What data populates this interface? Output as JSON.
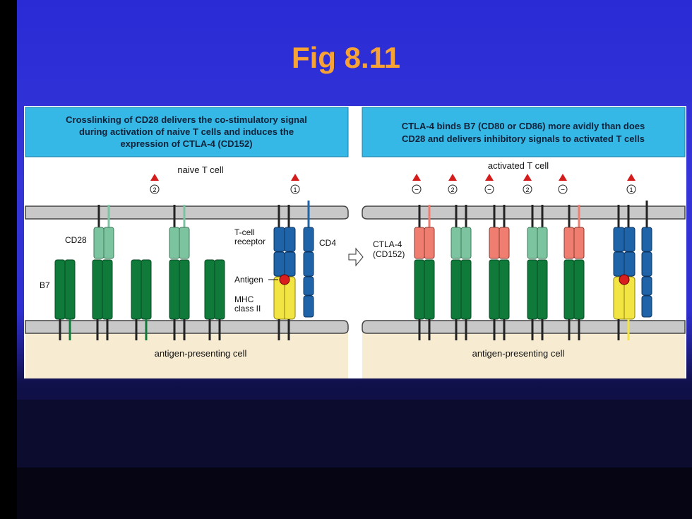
{
  "slide": {
    "title": "Fig 8.11"
  },
  "colors": {
    "title": "#f7a234",
    "header_bg": "#35b8e6",
    "membrane": "#c8c8c8",
    "cytoplasm": "#f7ecd2",
    "b7": "#0f7a3a",
    "cd28": "#7cc4a0",
    "ctla4": "#ef7d70",
    "tcr": "#1f63a8",
    "mhc": "#f2e442",
    "antigen": "#d81e1e",
    "arrow": "#d41c1c"
  },
  "left_panel": {
    "header": [
      "Crosslinking of CD28 delivers the co-stimulatory signal",
      "during activation of naive T cells and induces the",
      "expression of CTLA-4 (CD152)"
    ],
    "t_cell_label": "naive T cell",
    "apc_label": "antigen-presenting cell",
    "labels": {
      "cd28": "CD28",
      "b7": "B7",
      "tcr_line1": "T-cell",
      "tcr_line2": "receptor",
      "cd4": "CD4",
      "antigen": "Antigen",
      "mhc_line1": "MHC",
      "mhc_line2": "class II"
    },
    "signal_markers": [
      "2",
      "1"
    ]
  },
  "right_panel": {
    "header": [
      "CTLA-4 binds B7 (CD80 or CD86) more avidly than does",
      "CD28 and delivers inhibitory signals to activated T cells"
    ],
    "t_cell_label": "activated T cell",
    "apc_label": "antigen-presenting cell",
    "labels": {
      "ctla4_line1": "CTLA-4",
      "ctla4_line2": "(CD152)"
    },
    "signal_markers": [
      "−",
      "2",
      "−",
      "2",
      "−",
      "1"
    ]
  }
}
